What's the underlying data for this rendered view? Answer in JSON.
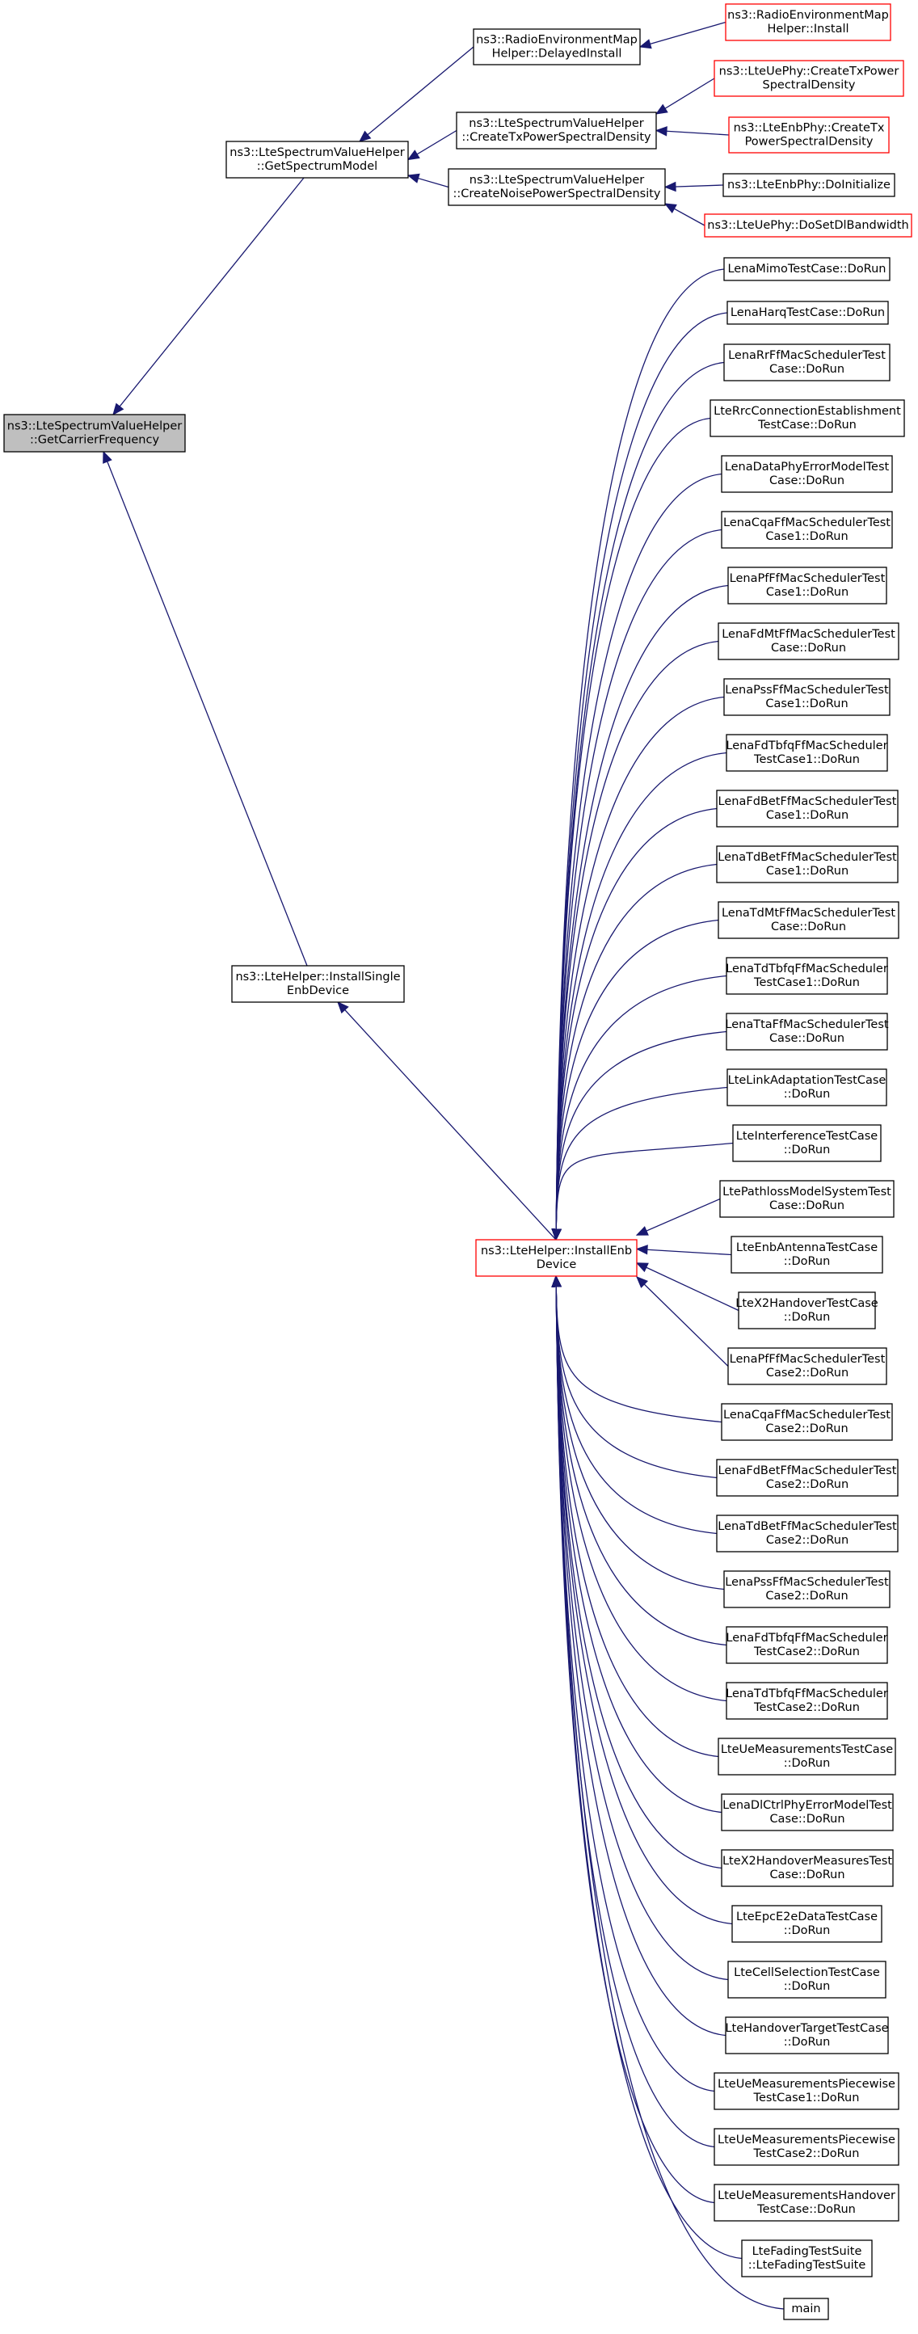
{
  "diagram": {
    "type": "doxygen caller graph",
    "colors": {
      "edge": "#191970",
      "node_border_normal": "#000000",
      "node_border_red": "#ff0000",
      "root_fill": "#bfbfbf",
      "node_fill": "#ffffff"
    },
    "nodes": [
      {
        "id": "root",
        "lines": [
          "ns3::LteSpectrumValueHelper",
          "::GetCarrierFrequency"
        ],
        "style": "root"
      },
      {
        "id": "getSpectrumModel",
        "lines": [
          "ns3::LteSpectrumValueHelper",
          "::GetSpectrumModel"
        ],
        "style": "normal"
      },
      {
        "id": "installSingle",
        "lines": [
          "ns3::LteHelper::InstallSingle",
          "EnbDevice"
        ],
        "style": "normal"
      },
      {
        "id": "delayedInstall",
        "lines": [
          "ns3::RadioEnvironmentMap",
          "Helper::DelayedInstall"
        ],
        "style": "normal"
      },
      {
        "id": "createTx",
        "lines": [
          "ns3::LteSpectrumValueHelper",
          "::CreateTxPowerSpectralDensity"
        ],
        "style": "normal"
      },
      {
        "id": "createNoise",
        "lines": [
          "ns3::LteSpectrumValueHelper",
          "::CreateNoisePowerSpectralDensity"
        ],
        "style": "normal"
      },
      {
        "id": "remInstall",
        "lines": [
          "ns3::RadioEnvironmentMap",
          "Helper::Install"
        ],
        "style": "red"
      },
      {
        "id": "uePhyCreateTx",
        "lines": [
          "ns3::LteUePhy::CreateTxPower",
          "SpectralDensity"
        ],
        "style": "red"
      },
      {
        "id": "enbPhyCreateTx",
        "lines": [
          "ns3::LteEnbPhy::CreateTx",
          "PowerSpectralDensity"
        ],
        "style": "red"
      },
      {
        "id": "enbPhyDoInit",
        "lines": [
          "ns3::LteEnbPhy::DoInitialize"
        ],
        "style": "normal"
      },
      {
        "id": "uePhySetDl",
        "lines": [
          "ns3::LteUePhy::DoSetDlBandwidth"
        ],
        "style": "red"
      },
      {
        "id": "installEnb",
        "lines": [
          "ns3::LteHelper::InstallEnb",
          "Device"
        ],
        "style": "red"
      },
      {
        "id": "c0",
        "lines": [
          "LenaMimoTestCase::DoRun"
        ],
        "style": "normal"
      },
      {
        "id": "c1",
        "lines": [
          "LenaHarqTestCase::DoRun"
        ],
        "style": "normal"
      },
      {
        "id": "c2",
        "lines": [
          "LenaRrFfMacSchedulerTest",
          "Case::DoRun"
        ],
        "style": "normal"
      },
      {
        "id": "c3",
        "lines": [
          "LteRrcConnectionEstablishment",
          "TestCase::DoRun"
        ],
        "style": "normal"
      },
      {
        "id": "c4",
        "lines": [
          "LenaDataPhyErrorModelTest",
          "Case::DoRun"
        ],
        "style": "normal"
      },
      {
        "id": "c5",
        "lines": [
          "LenaCqaFfMacSchedulerTest",
          "Case1::DoRun"
        ],
        "style": "normal"
      },
      {
        "id": "c6",
        "lines": [
          "LenaPfFfMacSchedulerTest",
          "Case1::DoRun"
        ],
        "style": "normal"
      },
      {
        "id": "c7",
        "lines": [
          "LenaFdMtFfMacSchedulerTest",
          "Case::DoRun"
        ],
        "style": "normal"
      },
      {
        "id": "c8",
        "lines": [
          "LenaPssFfMacSchedulerTest",
          "Case1::DoRun"
        ],
        "style": "normal"
      },
      {
        "id": "c9",
        "lines": [
          "LenaFdTbfqFfMacScheduler",
          "TestCase1::DoRun"
        ],
        "style": "normal"
      },
      {
        "id": "c10",
        "lines": [
          "LenaFdBetFfMacSchedulerTest",
          "Case1::DoRun"
        ],
        "style": "normal"
      },
      {
        "id": "c11",
        "lines": [
          "LenaTdBetFfMacSchedulerTest",
          "Case1::DoRun"
        ],
        "style": "normal"
      },
      {
        "id": "c12",
        "lines": [
          "LenaTdMtFfMacSchedulerTest",
          "Case::DoRun"
        ],
        "style": "normal"
      },
      {
        "id": "c13",
        "lines": [
          "LenaTdTbfqFfMacScheduler",
          "TestCase1::DoRun"
        ],
        "style": "normal"
      },
      {
        "id": "c14",
        "lines": [
          "LenaTtaFfMacSchedulerTest",
          "Case::DoRun"
        ],
        "style": "normal"
      },
      {
        "id": "c15",
        "lines": [
          "LteLinkAdaptationTestCase",
          "::DoRun"
        ],
        "style": "normal"
      },
      {
        "id": "c16",
        "lines": [
          "LteInterferenceTestCase",
          "::DoRun"
        ],
        "style": "normal"
      },
      {
        "id": "c17",
        "lines": [
          "LtePathlossModelSystemTest",
          "Case::DoRun"
        ],
        "style": "normal"
      },
      {
        "id": "c18",
        "lines": [
          "LteEnbAntennaTestCase",
          "::DoRun"
        ],
        "style": "normal"
      },
      {
        "id": "c19",
        "lines": [
          "LteX2HandoverTestCase",
          "::DoRun"
        ],
        "style": "normal"
      },
      {
        "id": "c20",
        "lines": [
          "LenaPfFfMacSchedulerTest",
          "Case2::DoRun"
        ],
        "style": "normal"
      },
      {
        "id": "c21",
        "lines": [
          "LenaCqaFfMacSchedulerTest",
          "Case2::DoRun"
        ],
        "style": "normal"
      },
      {
        "id": "c22",
        "lines": [
          "LenaFdBetFfMacSchedulerTest",
          "Case2::DoRun"
        ],
        "style": "normal"
      },
      {
        "id": "c23",
        "lines": [
          "LenaTdBetFfMacSchedulerTest",
          "Case2::DoRun"
        ],
        "style": "normal"
      },
      {
        "id": "c24",
        "lines": [
          "LenaPssFfMacSchedulerTest",
          "Case2::DoRun"
        ],
        "style": "normal"
      },
      {
        "id": "c25",
        "lines": [
          "LenaFdTbfqFfMacScheduler",
          "TestCase2::DoRun"
        ],
        "style": "normal"
      },
      {
        "id": "c26",
        "lines": [
          "LenaTdTbfqFfMacScheduler",
          "TestCase2::DoRun"
        ],
        "style": "normal"
      },
      {
        "id": "c27",
        "lines": [
          "LteUeMeasurementsTestCase",
          "::DoRun"
        ],
        "style": "normal"
      },
      {
        "id": "c28",
        "lines": [
          "LenaDlCtrlPhyErrorModelTest",
          "Case::DoRun"
        ],
        "style": "normal"
      },
      {
        "id": "c29",
        "lines": [
          "LteX2HandoverMeasuresTest",
          "Case::DoRun"
        ],
        "style": "normal"
      },
      {
        "id": "c30",
        "lines": [
          "LteEpcE2eDataTestCase",
          "::DoRun"
        ],
        "style": "normal"
      },
      {
        "id": "c31",
        "lines": [
          "LteCellSelectionTestCase",
          "::DoRun"
        ],
        "style": "normal"
      },
      {
        "id": "c32",
        "lines": [
          "LteHandoverTargetTestCase",
          "::DoRun"
        ],
        "style": "normal"
      },
      {
        "id": "c33",
        "lines": [
          "LteUeMeasurementsPiecewise",
          "TestCase1::DoRun"
        ],
        "style": "normal"
      },
      {
        "id": "c34",
        "lines": [
          "LteUeMeasurementsPiecewise",
          "TestCase2::DoRun"
        ],
        "style": "normal"
      },
      {
        "id": "c35",
        "lines": [
          "LteUeMeasurementsHandover",
          "TestCase::DoRun"
        ],
        "style": "normal"
      },
      {
        "id": "c36",
        "lines": [
          "LteFadingTestSuite",
          "::LteFadingTestSuite"
        ],
        "style": "normal"
      },
      {
        "id": "c37",
        "lines": [
          "main"
        ],
        "style": "normal"
      }
    ],
    "edges": [
      {
        "from": "getSpectrumModel",
        "to": "root"
      },
      {
        "from": "installSingle",
        "to": "root"
      },
      {
        "from": "delayedInstall",
        "to": "getSpectrumModel"
      },
      {
        "from": "createTx",
        "to": "getSpectrumModel"
      },
      {
        "from": "createNoise",
        "to": "getSpectrumModel"
      },
      {
        "from": "remInstall",
        "to": "delayedInstall"
      },
      {
        "from": "uePhyCreateTx",
        "to": "createTx"
      },
      {
        "from": "enbPhyCreateTx",
        "to": "createTx"
      },
      {
        "from": "enbPhyDoInit",
        "to": "createNoise"
      },
      {
        "from": "uePhySetDl",
        "to": "createNoise"
      },
      {
        "from": "installEnb",
        "to": "installSingle"
      },
      {
        "from": "c0",
        "to": "installEnb"
      },
      {
        "from": "c1",
        "to": "installEnb"
      },
      {
        "from": "c2",
        "to": "installEnb"
      },
      {
        "from": "c3",
        "to": "installEnb"
      },
      {
        "from": "c4",
        "to": "installEnb"
      },
      {
        "from": "c5",
        "to": "installEnb"
      },
      {
        "from": "c6",
        "to": "installEnb"
      },
      {
        "from": "c7",
        "to": "installEnb"
      },
      {
        "from": "c8",
        "to": "installEnb"
      },
      {
        "from": "c9",
        "to": "installEnb"
      },
      {
        "from": "c10",
        "to": "installEnb"
      },
      {
        "from": "c11",
        "to": "installEnb"
      },
      {
        "from": "c12",
        "to": "installEnb"
      },
      {
        "from": "c13",
        "to": "installEnb"
      },
      {
        "from": "c14",
        "to": "installEnb"
      },
      {
        "from": "c15",
        "to": "installEnb"
      },
      {
        "from": "c16",
        "to": "installEnb"
      },
      {
        "from": "c17",
        "to": "installEnb"
      },
      {
        "from": "c18",
        "to": "installEnb"
      },
      {
        "from": "c19",
        "to": "installEnb"
      },
      {
        "from": "c20",
        "to": "installEnb"
      },
      {
        "from": "c21",
        "to": "installEnb"
      },
      {
        "from": "c22",
        "to": "installEnb"
      },
      {
        "from": "c23",
        "to": "installEnb"
      },
      {
        "from": "c24",
        "to": "installEnb"
      },
      {
        "from": "c25",
        "to": "installEnb"
      },
      {
        "from": "c26",
        "to": "installEnb"
      },
      {
        "from": "c27",
        "to": "installEnb"
      },
      {
        "from": "c28",
        "to": "installEnb"
      },
      {
        "from": "c29",
        "to": "installEnb"
      },
      {
        "from": "c30",
        "to": "installEnb"
      },
      {
        "from": "c31",
        "to": "installEnb"
      },
      {
        "from": "c32",
        "to": "installEnb"
      },
      {
        "from": "c33",
        "to": "installEnb"
      },
      {
        "from": "c34",
        "to": "installEnb"
      },
      {
        "from": "c35",
        "to": "installEnb"
      },
      {
        "from": "c36",
        "to": "installEnb"
      },
      {
        "from": "c37",
        "to": "installEnb"
      }
    ]
  }
}
